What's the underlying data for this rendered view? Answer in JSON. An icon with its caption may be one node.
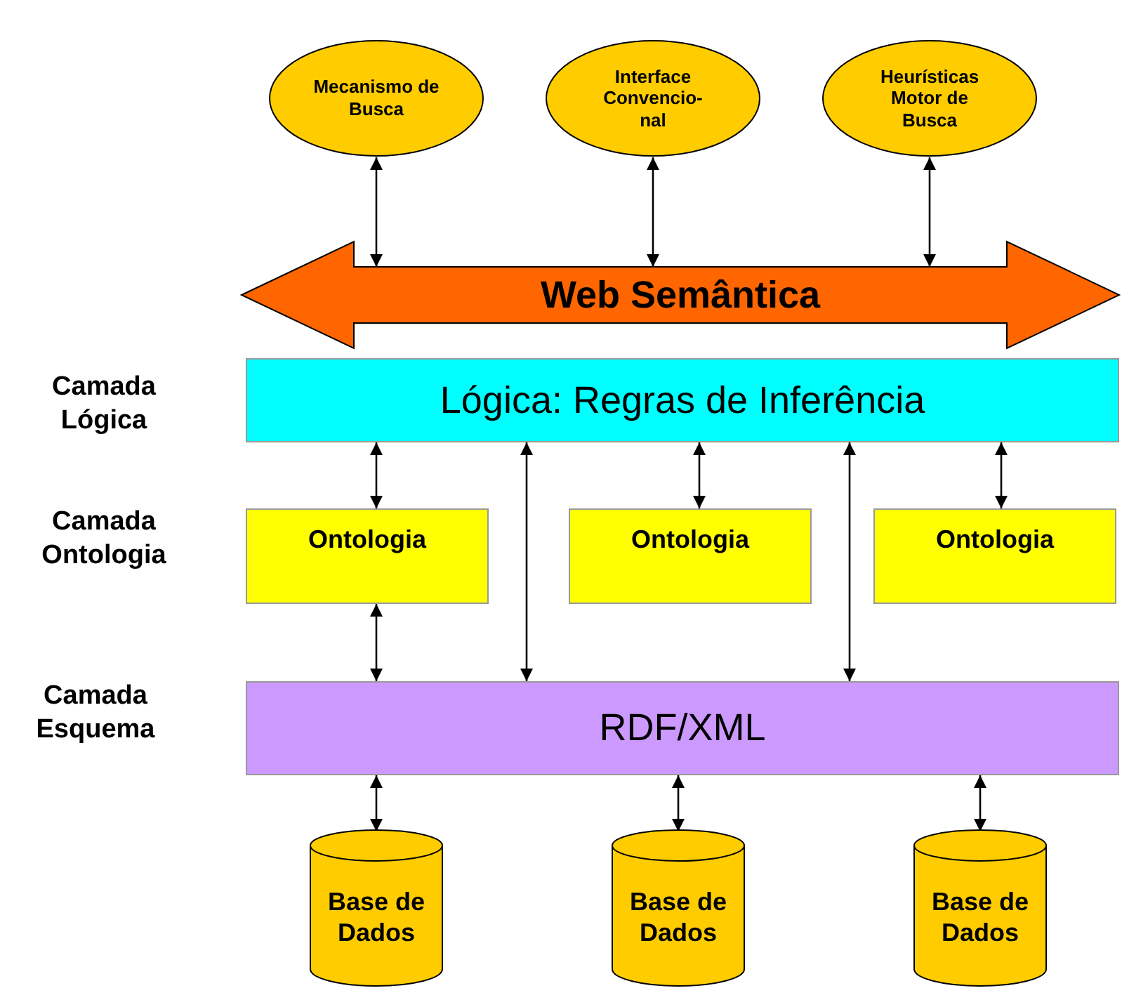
{
  "diagram": {
    "nodes": [
      {
        "text": [
          "Mecanismo de Busca"
        ]
      },
      {
        "text": [
          "Interface Convencio- nal"
        ]
      },
      {
        "text": [
          "Heurísticas Motor de Busca"
        ]
      },
      {
        "text": [
          "Web Semântica"
        ]
      },
      {
        "text": [
          "Lógica: Regras de Inferência"
        ]
      },
      {
        "text": [
          "Ontologia"
        ]
      },
      {
        "text": [
          "Ontologia"
        ]
      },
      {
        "text": [
          "Ontologia"
        ]
      },
      {
        "text": [
          "RDF/XML"
        ]
      },
      {
        "text": [
          "Base de Dados"
        ]
      },
      {
        "text": [
          "Base de Dados"
        ]
      },
      {
        "text": [
          "Base de Dados"
        ]
      }
    ],
    "edges": [
      {
        "from": 0,
        "to": 3,
        "arrow": "both"
      },
      {
        "from": 1,
        "to": 3,
        "arrow": "both"
      },
      {
        "from": 2,
        "to": 3,
        "arrow": "both"
      },
      {
        "from": 4,
        "to": 5,
        "arrow": "both"
      },
      {
        "from": 4,
        "to": 8,
        "arrow": "both"
      },
      {
        "from": 4,
        "to": 6,
        "arrow": "both"
      },
      {
        "from": 4,
        "to": 8,
        "arrow": "both"
      },
      {
        "from": 4,
        "to": 7,
        "arrow": "both"
      },
      {
        "from": 5,
        "to": 8,
        "arrow": "both"
      },
      {
        "from": 8,
        "to": 9,
        "arrow": "both"
      },
      {
        "from": 8,
        "to": 10,
        "arrow": "both"
      },
      {
        "from": 8,
        "to": 11,
        "arrow": "both"
      }
    ],
    "labels": [
      "Camada Lógica",
      "Camada Ontologia",
      "Camada Esquema"
    ]
  }
}
